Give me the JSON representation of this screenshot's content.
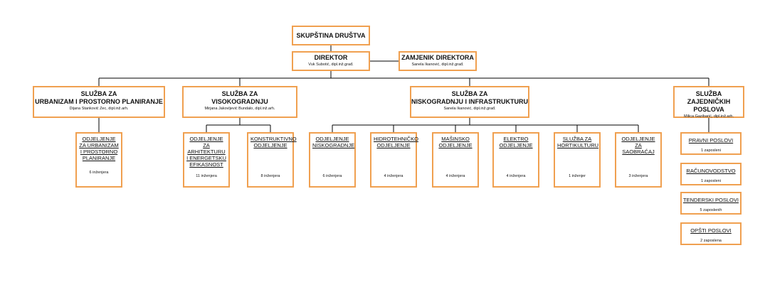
{
  "top": {
    "title": "SKUPŠTINA DRUŠTVA"
  },
  "director": {
    "title": "DIREKTOR",
    "person": "Vuk Subotić, dipl.inž.građ."
  },
  "deputy": {
    "title": "ZAMJENIK DIREKTORA",
    "person": "Sanela Ikanović, dipl.inž.građ."
  },
  "services": [
    {
      "title1": "SLUŽBA ZA",
      "title2": "URBANIZAM I PROSTORNO PLANIRANJE",
      "person": "Dijana Stanković Zec, dipl.inž.arh."
    },
    {
      "title1": "SLUŽBA ZA",
      "title2": "VISOKOGRADNJU",
      "person": "Mirjana Jakovljević Bundalo, dipl.inž.arh."
    },
    {
      "title1": "SLUŽBA ZA",
      "title2": "NISKOGRADNJU I INFRASTRUKTURU",
      "person": "Sanela Ikanović, dipl.inž.građ."
    },
    {
      "title1": "SLUŽBA",
      "title2": "ZAJEDNIČKIH POSLOVA",
      "person": "Milica Gazibarić, dipl.inž.arh."
    }
  ],
  "departments": [
    {
      "name": "ODJELJENJE ZA URBANIZAM I PROSTORNO PLANIRANJE",
      "count": "6 inženjera"
    },
    {
      "name": "ODJELJENJE ZA ARHITEKTURU I ENERGETSKU EFIKASNOST",
      "count": "11 inženjera"
    },
    {
      "name": "KONSTRUKTIVNO ODJELJENJE",
      "count": "8 inženjera"
    },
    {
      "name": "ODJELJENJE NISKOGRADNJE",
      "count": "6 inženjera"
    },
    {
      "name": "HIDROTEHNIČKO ODJELJENJE",
      "count": "4 inženjera"
    },
    {
      "name": "MAŠINSKO ODJELJENJE",
      "count": "4 inženjera"
    },
    {
      "name": "ELEKTRO ODJELJENJE",
      "count": "4 inženjera"
    },
    {
      "name": "SLUŽBA ZA HORTIKULTURU",
      "count": "1 inženjer"
    },
    {
      "name": "ODJELJENJE ZA SAOBRAĆAJ",
      "count": "3 inženjera"
    }
  ],
  "common": [
    {
      "name": "PRAVNI POSLOVI",
      "count": "1 zaposleni"
    },
    {
      "name": "RAČUNOVODSTVO",
      "count": "1 zaposleni"
    },
    {
      "name": "TENDERSKI POSLOVI",
      "count": "5 zaposlenih"
    },
    {
      "name": "OPŠTI POSLOVI",
      "count": "2 zaposlena"
    }
  ],
  "colors": {
    "border": "#f0a050",
    "line": "#000000"
  }
}
